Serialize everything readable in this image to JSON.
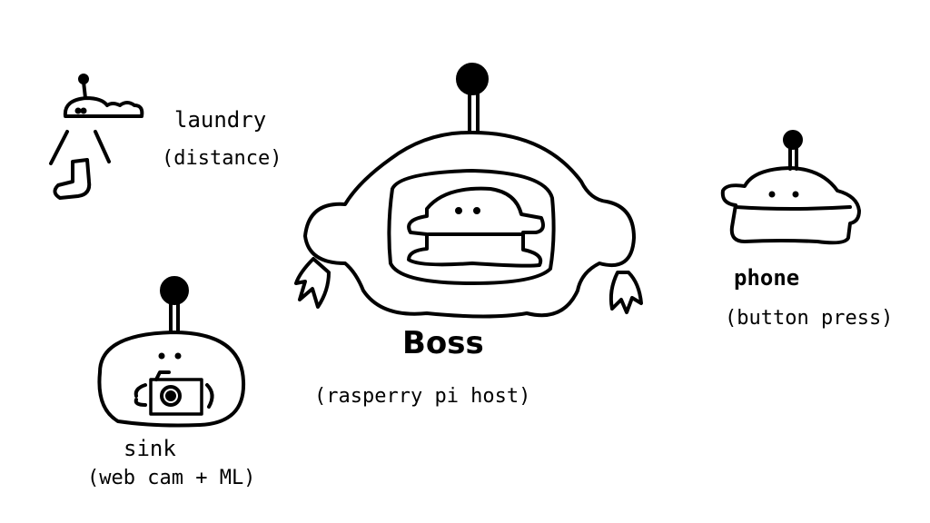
{
  "nodes": {
    "laundry": {
      "name": "laundry",
      "detail": "(distance)"
    },
    "boss": {
      "name": "Boss",
      "detail": "(rasperry pi host)"
    },
    "phone": {
      "name": "phone",
      "detail": "(button press)"
    },
    "sink": {
      "name": "sink",
      "detail": "(web cam + ML)"
    }
  },
  "colors": {
    "ink": "#000000",
    "background": "#ffffff"
  }
}
